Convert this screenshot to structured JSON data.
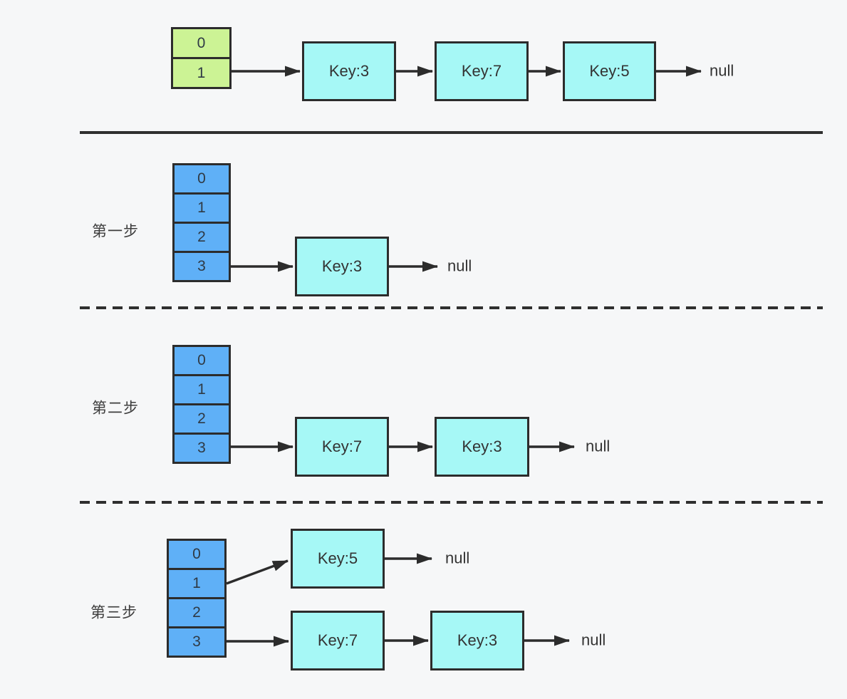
{
  "colors": {
    "background": "#f6f7f8",
    "bucket_green": "#ccf395",
    "bucket_blue": "#5fb0f7",
    "node_cyan": "#a6f8f6",
    "stroke": "#2c2c2c",
    "text": "#333333"
  },
  "initial": {
    "bucket_cells": [
      "0",
      "1"
    ],
    "nodes": [
      "Key:3",
      "Key:7",
      "Key:5"
    ],
    "null_label": "null"
  },
  "steps": [
    {
      "label": "第一步",
      "bucket_cells": [
        "0",
        "1",
        "2",
        "3"
      ],
      "chains": [
        {
          "bucket": "3",
          "nodes": [
            "Key:3"
          ],
          "null_label": "null"
        }
      ]
    },
    {
      "label": "第二步",
      "bucket_cells": [
        "0",
        "1",
        "2",
        "3"
      ],
      "chains": [
        {
          "bucket": "3",
          "nodes": [
            "Key:7",
            "Key:3"
          ],
          "null_label": "null"
        }
      ]
    },
    {
      "label": "第三步",
      "bucket_cells": [
        "0",
        "1",
        "2",
        "3"
      ],
      "chains": [
        {
          "bucket": "1",
          "nodes": [
            "Key:5"
          ],
          "null_label": "null"
        },
        {
          "bucket": "3",
          "nodes": [
            "Key:7",
            "Key:3"
          ],
          "null_label": "null"
        }
      ]
    }
  ]
}
